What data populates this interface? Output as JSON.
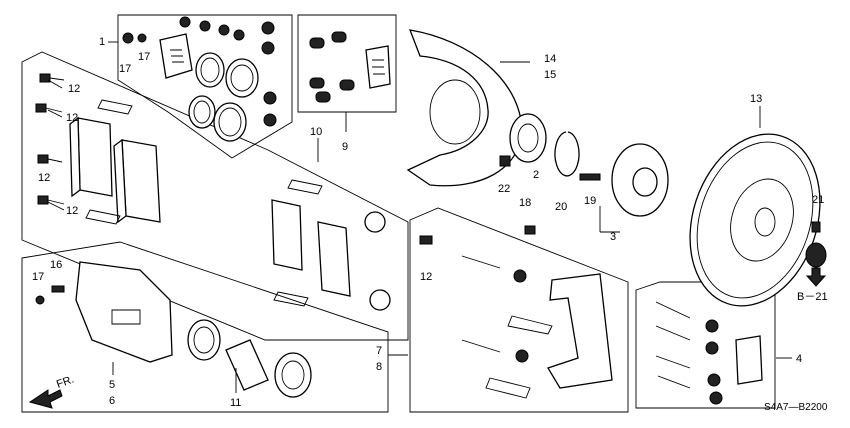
{
  "diagram": {
    "callouts": {
      "c1": "1",
      "c17a": "17",
      "c17b": "17",
      "c12a": "12",
      "c12b": "12",
      "c12c": "12",
      "c12d": "12",
      "c12e": "12",
      "c10": "10",
      "c9": "9",
      "c14": "14",
      "c15": "15",
      "c22": "22",
      "c2": "2",
      "c20": "20",
      "c19": "19",
      "c3": "3",
      "c13": "13",
      "c21": "21",
      "c18": "18",
      "c17c": "17",
      "c16": "16",
      "c7": "7",
      "c8": "8",
      "c11": "11",
      "c5": "5",
      "c6": "6",
      "c4": "4",
      "cb21": "B－21"
    },
    "front_label": "FR.",
    "code": "S4A7—B2200"
  }
}
